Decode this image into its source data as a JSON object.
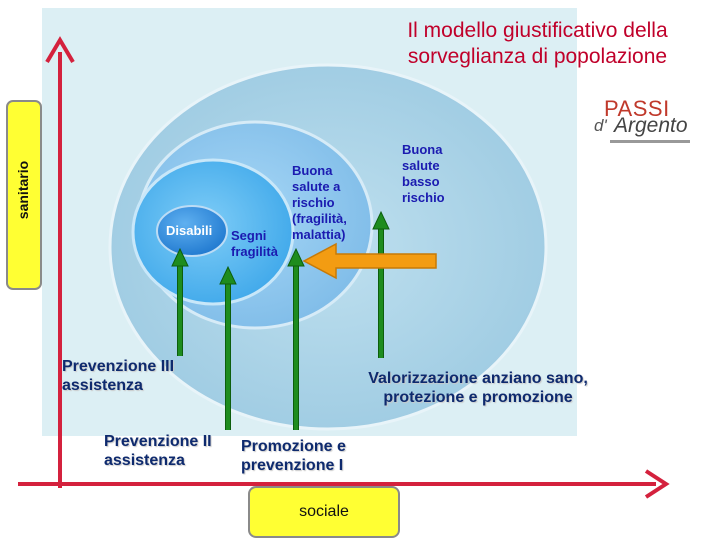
{
  "title": {
    "line1": "Il modello giustificativo della",
    "line2": "sorveglianza di popolazione"
  },
  "axes": {
    "vertical_label": "sanitario",
    "horizontal_label": "sociale"
  },
  "circles": {
    "outer_label": [
      "Buona",
      "salute",
      "basso",
      "rischio"
    ],
    "middle_label": [
      "Buona",
      "salute a",
      "rischio",
      "(fragilità,",
      "malattia)"
    ],
    "inner_label": [
      "Segni",
      "fragilità"
    ],
    "core_label": "Disabili"
  },
  "annotations": {
    "prevenzione_iii": [
      "Prevenzione III",
      "assistenza"
    ],
    "prevenzione_ii": [
      "Prevenzione II",
      "assistenza"
    ],
    "promozione": [
      "Promozione e",
      "prevenzione I"
    ],
    "valorizzazione": [
      "Valorizzazione anziano sano,",
      "protezione e promozione"
    ]
  },
  "logo": {
    "text_top": "PASSI",
    "text_d": "d'",
    "text_main": "Argento"
  },
  "colors": {
    "axis": "#d4213d",
    "panel": "#dceff4",
    "outer_ellipse": "#a9d2e6",
    "middle_circle": "#8ec7ee",
    "inner_circle": "#58b8f0",
    "core_ellipse": "#2a8fdf",
    "green_arrow": "#1e8c1e",
    "orange_arrow": "#f39c12",
    "yellow_box": "#ffff33"
  }
}
